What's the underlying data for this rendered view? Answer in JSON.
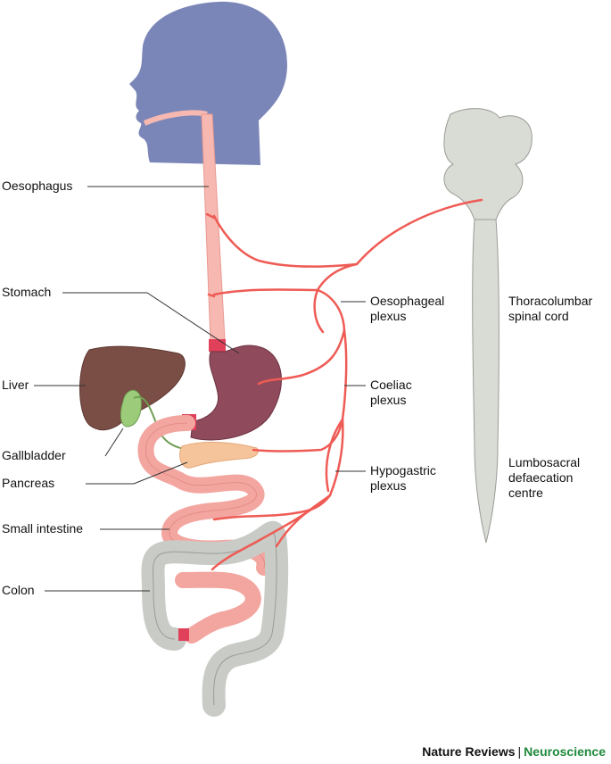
{
  "labels": {
    "oesophagus": "Oesophagus",
    "stomach": "Stomach",
    "liver": "Liver",
    "gallbladder": "Gallbladder",
    "pancreas": "Pancreas",
    "small_intestine": "Small intestine",
    "colon": "Colon",
    "oesophageal_plexus": [
      "Oesophageal",
      "plexus"
    ],
    "coeliac_plexus": [
      "Coeliac",
      "plexus"
    ],
    "hypogastric_plexus": [
      "Hypogastric",
      "plexus"
    ],
    "thoracolumbar": [
      "Thoracolumbar",
      "spinal cord"
    ],
    "lumbosacral": [
      "Lumbosacral",
      "defaecation",
      "centre"
    ]
  },
  "footer": {
    "journal": "Nature Reviews",
    "separator": "|",
    "section": "Neuroscience"
  },
  "colors": {
    "head": "#7b86b8",
    "oesophagus": "#f6b8b0",
    "nerve": "#ef5b55",
    "stomach": "#8f4a5c",
    "liver": "#7a4d45",
    "gallbladder": "#9ccc7a",
    "pancreas": "#f6c49a",
    "intestine": "#f3a6a0",
    "colon": "#c9cbc6",
    "spine": "#d9dbd5",
    "sphincter": "#e0405a"
  }
}
